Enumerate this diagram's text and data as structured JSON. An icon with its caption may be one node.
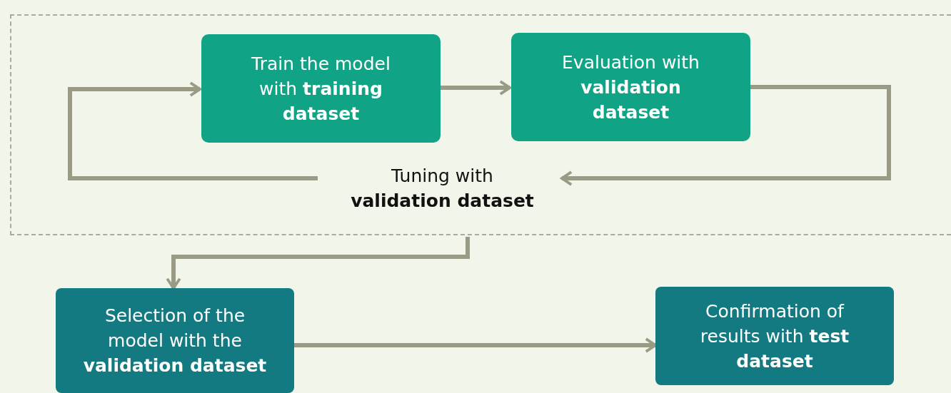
{
  "diagram": {
    "nodes": [
      {
        "text": [],
        "shape": "box"
      },
      {
        "text": [
          "Train the model with **training dataset**"
        ],
        "in": 0
      },
      {
        "text": [
          "Evaluation with **validation dataset**"
        ],
        "in": 0
      },
      {
        "text": [
          "Tuning with **validation dataset**"
        ],
        "in": 0
      },
      {
        "text": [
          "Selection of the model with the **validation dataset**"
        ]
      },
      {
        "text": [
          "Confirmation of results with **test dataset**"
        ]
      }
    ],
    "edges": [
      {
        "from": 1,
        "to": 2,
        "arrow": "to"
      },
      {
        "from": 2,
        "to": 3,
        "arrow": "to"
      },
      {
        "from": 3,
        "to": 1,
        "arrow": "to"
      },
      {
        "from": 0,
        "to": 4,
        "arrow": "to"
      },
      {
        "from": 4,
        "to": 5,
        "arrow": "to"
      }
    ]
  }
}
